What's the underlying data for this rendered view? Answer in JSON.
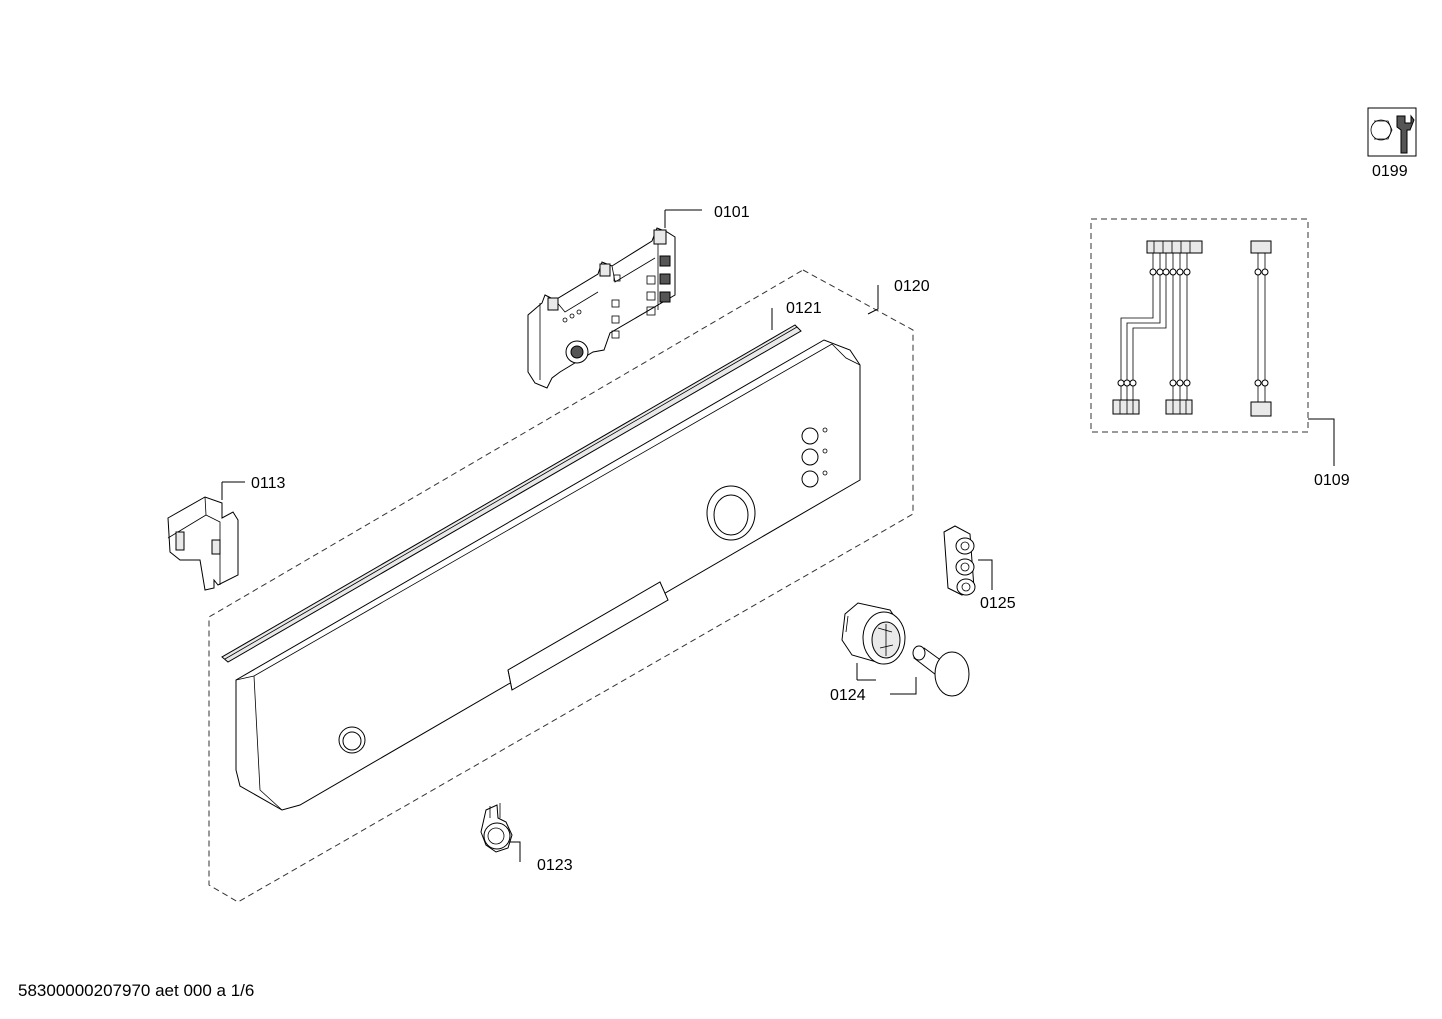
{
  "parts": [
    {
      "id": "0101"
    },
    {
      "id": "0109"
    },
    {
      "id": "0113"
    },
    {
      "id": "0120"
    },
    {
      "id": "0121"
    },
    {
      "id": "0123"
    },
    {
      "id": "0124"
    },
    {
      "id": "0125"
    },
    {
      "id": "0199"
    }
  ],
  "footer": {
    "document_id": "58300000207970 aet 000 a 1/6"
  }
}
